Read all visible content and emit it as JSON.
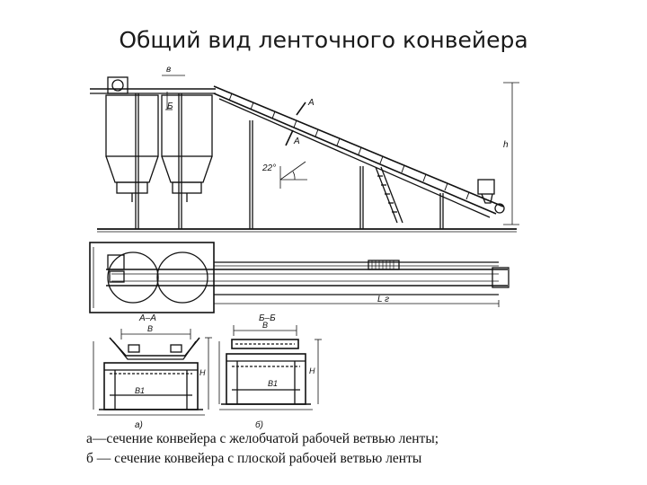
{
  "title": "Общий вид ленточного конвейера",
  "labels": {
    "v_top": "в",
    "b_top": "Б",
    "a_upper": "A",
    "a_lower": "A",
    "angle": "22°",
    "h_side": "h",
    "l_plan": "L г",
    "section_aa": "A–A",
    "section_bb": "Б–Б",
    "b_width": "В",
    "b1_width": "В1",
    "h_dim": "H",
    "sub_a": "а)",
    "sub_b": "б)"
  },
  "caption": {
    "line1": "а—сечение конвейера с желобчатой рабочей ветвью ленты;",
    "line2": "б — сечение конвейера с плоской рабочей ветвью ленты"
  }
}
